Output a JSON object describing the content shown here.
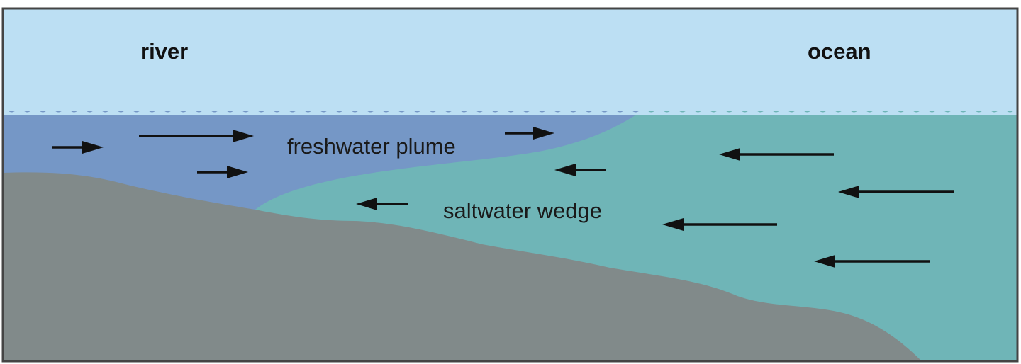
{
  "labels": {
    "river": "river",
    "ocean": "ocean",
    "freshwater": "freshwater plume",
    "saltwater": "saltwater wedge"
  },
  "colors": {
    "sky": "#bcdff3",
    "freshwater": "#7597c6",
    "saltwater": "#6fb5b7",
    "seabed": "#818a8a",
    "border": "#444444",
    "arrow": "#111111"
  },
  "flows": {
    "freshwater_direction": "right",
    "saltwater_direction": "left"
  }
}
